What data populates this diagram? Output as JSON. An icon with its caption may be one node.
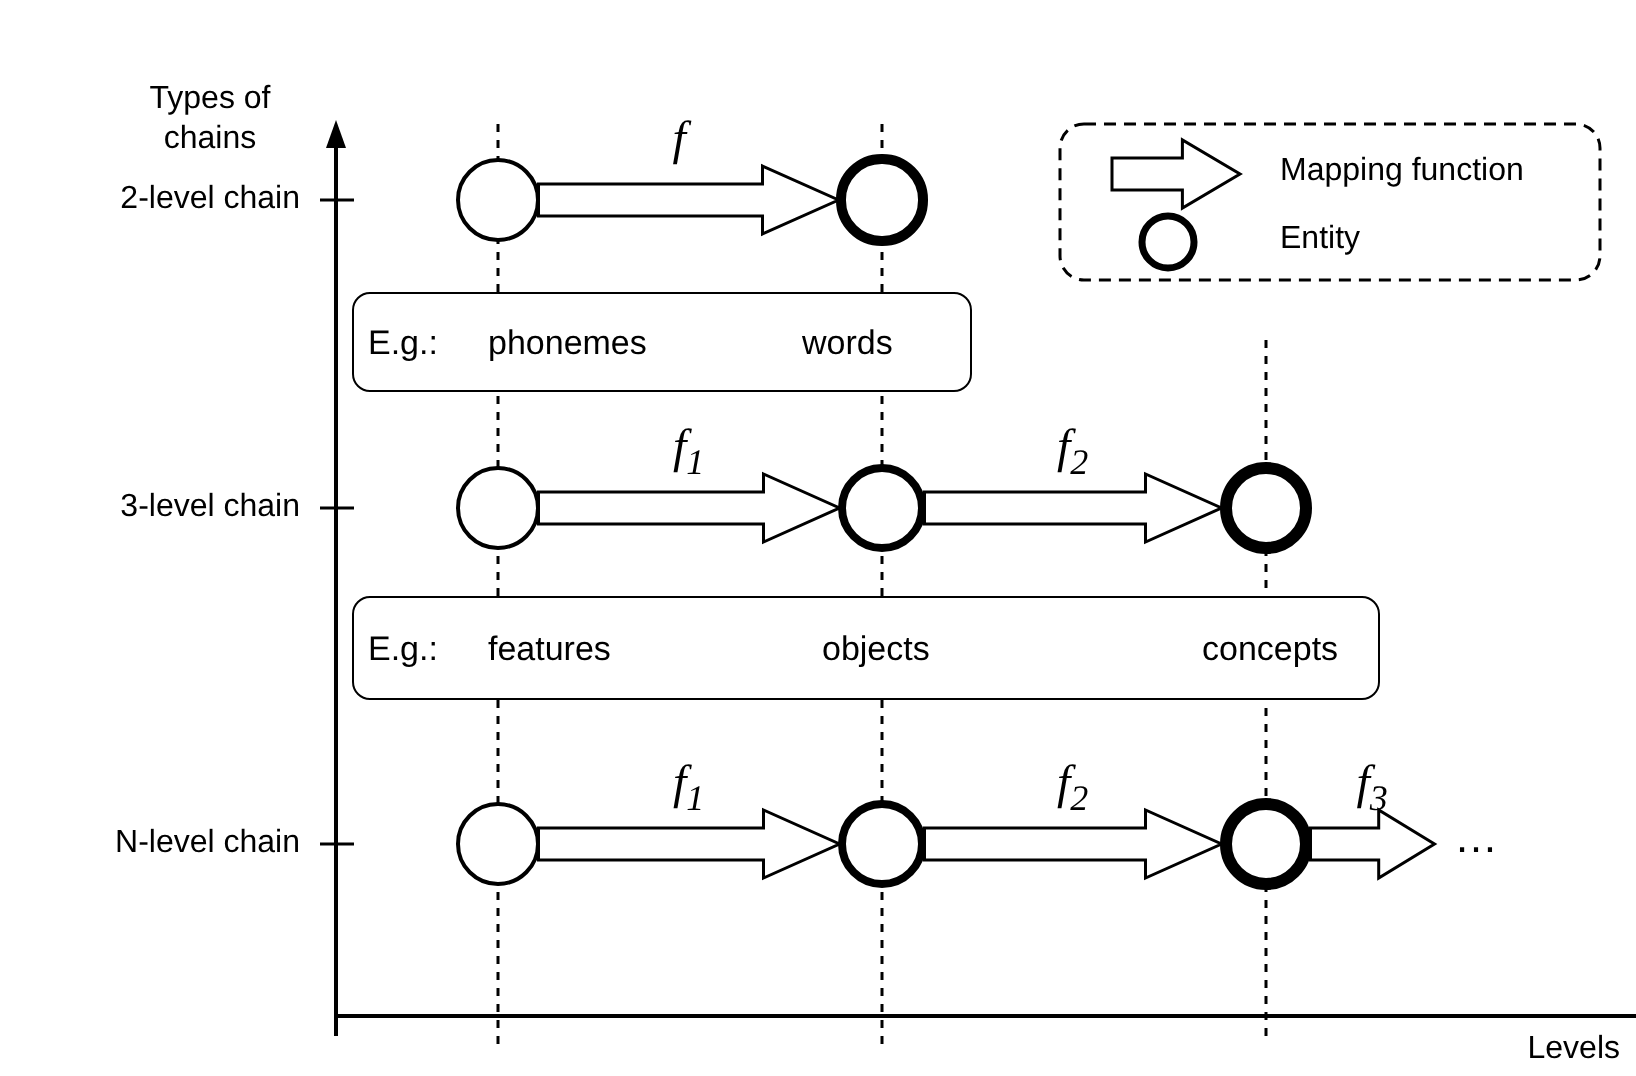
{
  "diagram": {
    "nodes": [
      {
        "text": [],
        "shape": "circle"
      },
      {
        "text": [],
        "shape": "circle"
      },
      {
        "text": [
          "E.g.:",
          "phonemes",
          "words"
        ]
      },
      {
        "text": [],
        "shape": "circle"
      },
      {
        "text": [],
        "shape": "circle"
      },
      {
        "text": [],
        "shape": "circle"
      },
      {
        "text": [
          "E.g.:",
          "features",
          "objects",
          "concepts"
        ]
      },
      {
        "text": [],
        "shape": "circle"
      },
      {
        "text": [],
        "shape": "circle"
      },
      {
        "text": [],
        "shape": "circle"
      }
    ],
    "edges": [
      {
        "from": 0,
        "to": 1,
        "arrow": "to",
        "label": "f"
      },
      {
        "from": 3,
        "to": 4,
        "arrow": "to",
        "label": "f$_{1}$"
      },
      {
        "from": 4,
        "to": 5,
        "arrow": "to",
        "label": "f$_{2}$"
      },
      {
        "from": 7,
        "to": 8,
        "arrow": "to",
        "label": "f$_{1}$"
      },
      {
        "from": 8,
        "to": 9,
        "arrow": "to",
        "label": "f$_{2}$"
      },
      {
        "from": 9,
        "to": null,
        "arrow": "to",
        "label": "f$_{3}$"
      }
    ],
    "labels": [
      "Types of chains",
      "2-level chain",
      "3-level chain",
      "N-level chain",
      "…",
      "Levels"
    ],
    "legend": [
      {
        "text": "Mapping function"
      },
      {
        "text": "Entity"
      }
    ]
  }
}
